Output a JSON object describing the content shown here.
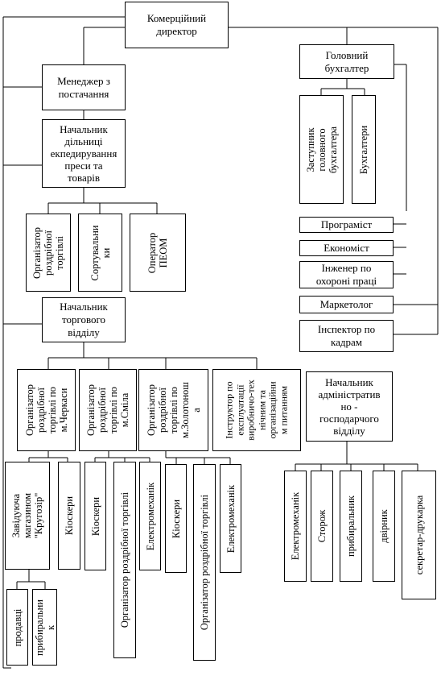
{
  "nodes": {
    "commercial_director": "Комерційний\nдиректор",
    "chief_accountant": "Головний\nбухгалтер",
    "supply_manager": "Менеджер з\nпостачання",
    "expedition_head": "Начальник\nдільниці\nекпедирування\nпреси та\nтоварів",
    "deputy_chief_accountant": "Заступник\nголовного\nбухгалтера",
    "accountants": "Бухгалтери",
    "retail_organizer": "Організатор\nроздрібної\nторгівлі",
    "sorters": "Сортувальни\nки",
    "pc_operator": "Оператор\nПЕОМ",
    "programmer": "Програміст",
    "economist": "Економіст",
    "safety_engineer": "Інженер по\nохороні праці",
    "marketer": "Маркетолог",
    "hr_inspector": "Інспектор по\nкадрам",
    "trade_head": "Начальник\nторгового\nвідділу",
    "org_cherkasy": "Організатор\nроздрібної\nторгівлі по\nм.Черкаси",
    "org_smila": "Організатор\nроздрібної\nторгівлі по\nм.Сміла",
    "org_zolotonosha": "Організатор\nроздрібної\nторгівлі по\nм.Золотонош\nа",
    "production_instructor": "Інструктор по\nексплуатації\nвиробничо-тех\nнічним та\nорганізаційни\nм питанням",
    "admin_head": "Начальник\nадміністратив\nно -\nгосподарчого\nвідділу",
    "store_manager": "Завідуюча\nмагазином\n\"Кругозір\"",
    "kiosks_1": "Кіоскери",
    "kiosks_2": "Кіоскери",
    "retail_organizer_2": "Організатор роздрібної торгівлі",
    "electromechanic_1": "Електромеханік",
    "kiosks_3": "Кіоскери",
    "retail_organizer_3": "Організатор роздрібної торгівлі",
    "electromechanic_2": "Електромеханік",
    "electromechanic_3": "Електромеханік",
    "watchman": "Сторож",
    "cleaner_admin": "прибиральник",
    "janitor": "двірник",
    "secretary_typist": "секретар-друкарка",
    "sellers": "продавці",
    "cleaner_store": "прибиральни\nк"
  }
}
